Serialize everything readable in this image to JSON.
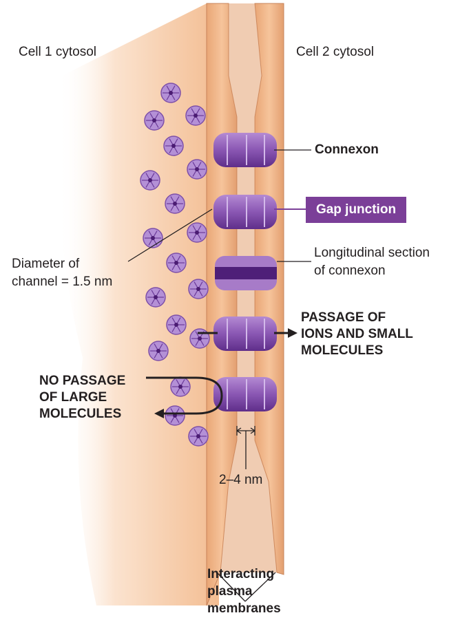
{
  "labels": {
    "cell1": "Cell 1 cytosol",
    "cell2": "Cell 2 cytosol",
    "connexon": "Connexon",
    "gap_junction": "Gap junction",
    "diameter_line1": "Diameter of",
    "diameter_line2": "channel = 1.5 nm",
    "longitudinal_line1": "Longitudinal section",
    "longitudinal_line2": "of connexon",
    "passage_line1": "PASSAGE OF",
    "passage_line2": "IONS AND SMALL",
    "passage_line3": "MOLECULES",
    "nopassage_line1": "NO PASSAGE",
    "nopassage_line2": "OF LARGE",
    "nopassage_line3": "MOLECULES",
    "gap_size": "2–4 nm",
    "membranes_line1": "Interacting",
    "membranes_line2": "plasma",
    "membranes_line3": "membranes"
  },
  "colors": {
    "membrane": "#f2b487",
    "membrane_dark": "#d58f63",
    "connexon": "#9467b6",
    "connexon_dark": "#5c2d86",
    "gap_label_bg": "#7b3f98"
  }
}
